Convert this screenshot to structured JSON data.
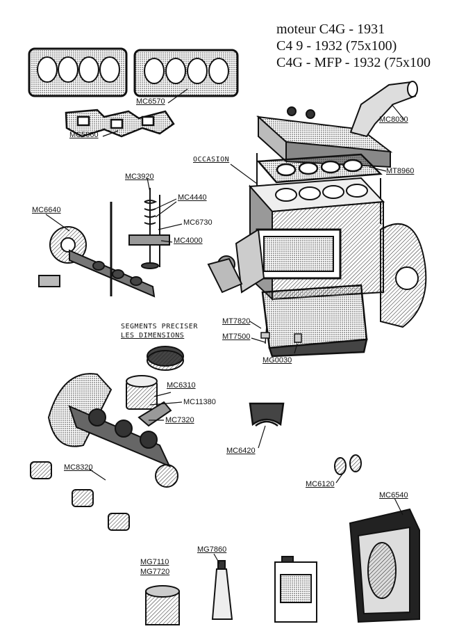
{
  "title_lines": [
    "moteur C4G - 1931",
    "C4 9 - 1932 (75x100)",
    "C4G - MFP - 1932 (75x100"
  ],
  "notes": {
    "occasion": "OCCASION",
    "segments_line1": "SEGMENTS PRECISER",
    "segments_line2": "LES DIMENSIONS"
  },
  "refs": {
    "mc6570": "MC6570",
    "mc5060": "MC5060",
    "mc8030": "MC8030",
    "mt8960": "MT8960",
    "mc3920": "MC3920",
    "mc4440": "MC4440",
    "mc6640": "MC6640",
    "mc6730": "MC6730",
    "mc4000": "MC4000",
    "mt7820": "MT7820",
    "mt7500": "MT7500",
    "mg0030": "MG0030",
    "mc6310": "MC6310",
    "mc11380": "MC11380",
    "mc7320": "MC7320",
    "mc6420": "MC6420",
    "mc8320": "MC8320",
    "mc6120": "MC6120",
    "mc6540": "MC6540",
    "mg7110": "MG7110",
    "mg7720": "MG7720",
    "mg7860": "MG7860"
  },
  "colors": {
    "ink": "#111111",
    "paper": "#ffffff",
    "shade": "#777777"
  }
}
